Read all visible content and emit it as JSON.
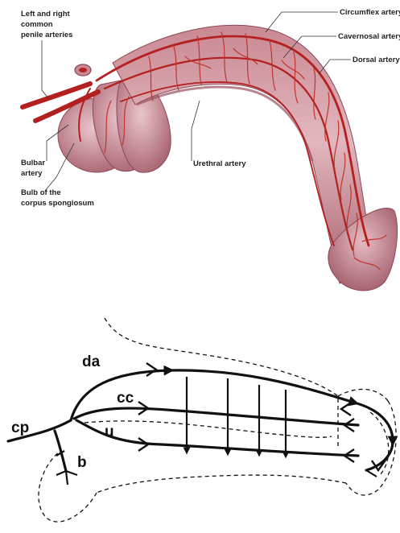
{
  "labels": {
    "common_penile_arteries": [
      "Left and right",
      "common",
      "penile arteries"
    ],
    "circumflex_artery": "Circumflex artery",
    "cavernosal_artery": "Cavernosal artery",
    "dorsal_artery": "Dorsal artery",
    "bulbar_artery": [
      "Bulbar",
      "artery"
    ],
    "bulb_corpus_spongiosum": [
      "Bulb of the",
      "corpus spongiosum"
    ],
    "urethral_artery": "Urethral artery"
  },
  "schematic": {
    "da": "da",
    "cc": "cc",
    "u": "u",
    "cp": "cp",
    "b": "b"
  },
  "colors": {
    "tissue": "#d9a3ac",
    "tissue_dark": "#a8616f",
    "artery": "#b3201f"
  }
}
